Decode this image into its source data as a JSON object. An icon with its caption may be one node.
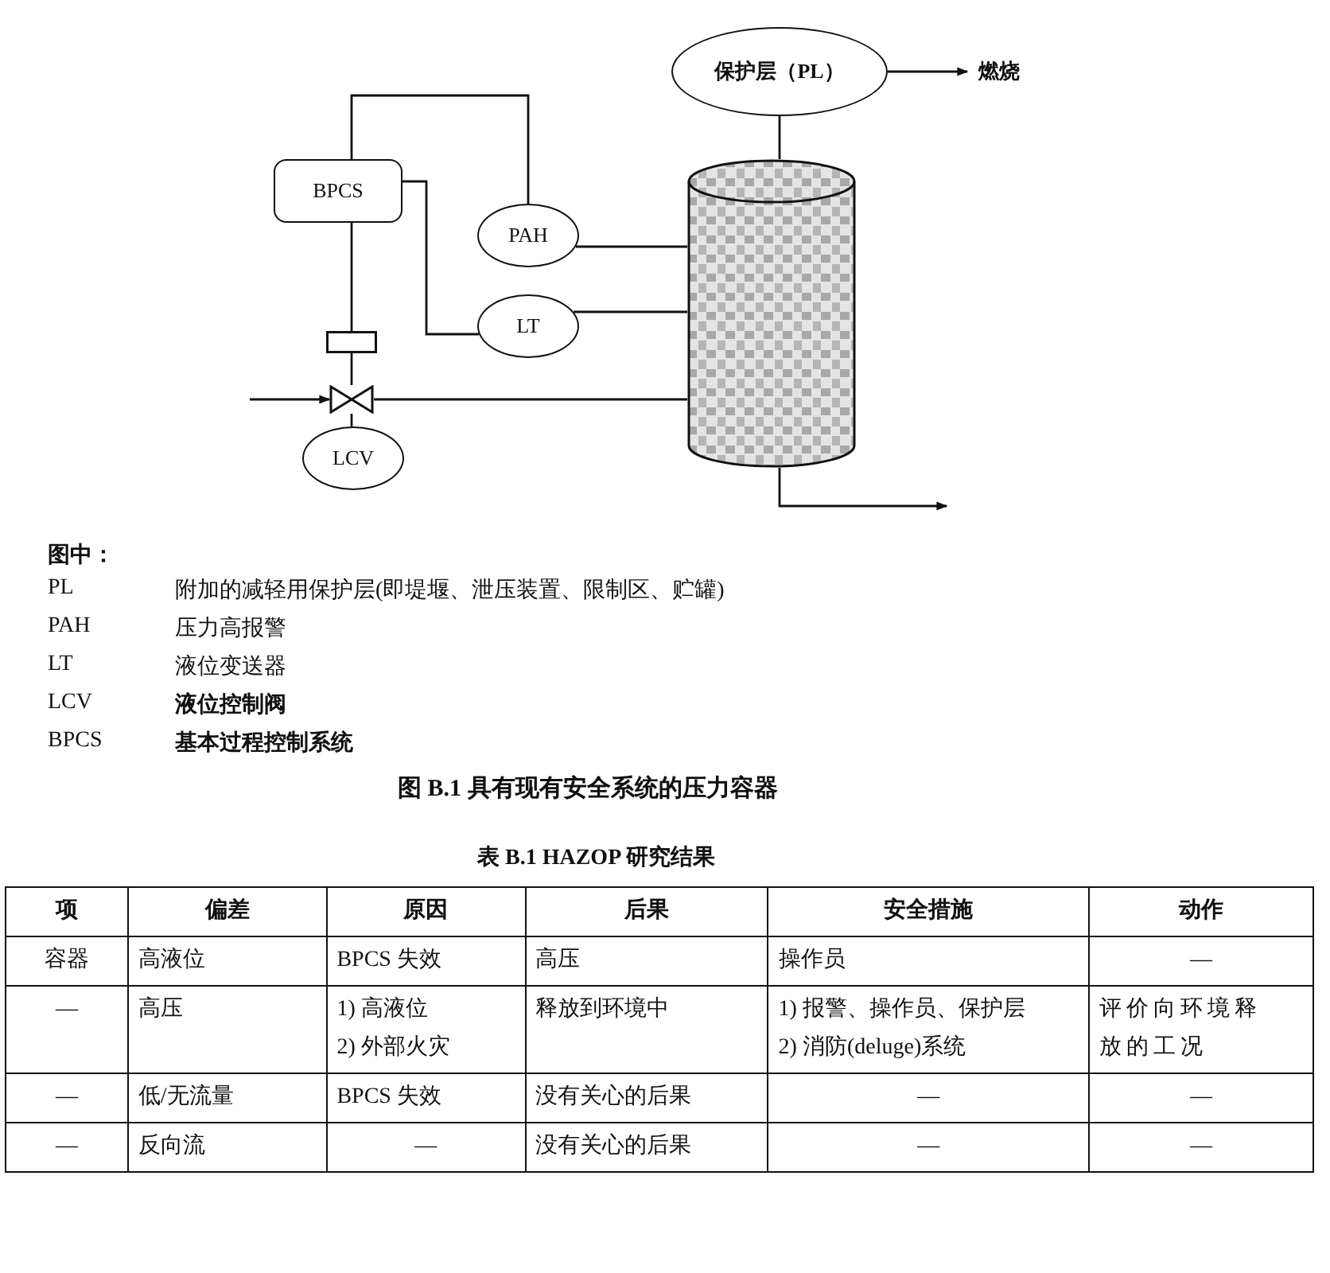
{
  "diagram": {
    "caption": "图 B.1 具有现有安全系统的压力容器",
    "nodes": [
      {
        "text": [
          "保护层（PL）"
        ]
      },
      {
        "text": [
          "燃烧"
        ]
      },
      {
        "text": [
          "BPCS"
        ]
      },
      {
        "text": [
          "PAH"
        ]
      },
      {
        "text": [
          "LT"
        ]
      },
      {
        "text": [],
        "shape": "cylinder"
      },
      {
        "text": [],
        "shape": "box"
      },
      {
        "text": [],
        "shape": "valve"
      },
      {
        "text": [
          "LCV"
        ]
      }
    ],
    "edges": [
      {
        "from": 0,
        "to": 1,
        "arrow": "to"
      },
      {
        "from": 0,
        "to": 5,
        "arrow": "none"
      },
      {
        "from": 2,
        "to": 3,
        "arrow": "none"
      },
      {
        "from": 2,
        "to": 4,
        "arrow": "none"
      },
      {
        "from": 3,
        "to": 5,
        "arrow": "none"
      },
      {
        "from": 4,
        "to": 5,
        "arrow": "none"
      },
      {
        "from": 2,
        "to": 6,
        "arrow": "none"
      },
      {
        "from": 6,
        "to": 7,
        "arrow": "none"
      },
      {
        "from": null,
        "to": 7,
        "arrow": "to"
      },
      {
        "from": 7,
        "to": 5,
        "arrow": "none"
      },
      {
        "from": 7,
        "to": 8,
        "arrow": "none"
      },
      {
        "from": 5,
        "to": null,
        "arrow": "to"
      }
    ],
    "labels": [
      "图中：",
      "PL",
      "附加的减轻用保护层(即堤堰、泄压装置、限制区、贮罐)",
      "PAH",
      "压力高报警",
      "LT",
      "液位变送器",
      "LCV",
      "液位控制阀",
      "BPCS",
      "基本过程控制系统",
      "表 B.1 HAZOP 研究结果",
      "项",
      "偏差",
      "原因",
      "后果",
      "安全措施",
      "动作",
      "容器",
      "高液位",
      "BPCS 失效",
      "高压",
      "操作员",
      "—",
      "—",
      "高压",
      "1) 高液位",
      "2) 外部火灾",
      "释放到环境中",
      "1) 报警、操作员、保护层",
      "2) 消防(deluge)系统",
      "评价向环境释放的工况",
      "—",
      "低/无流量",
      "BPCS 失效",
      "没有关心的后果",
      "—",
      "—",
      "—",
      "反向流",
      "—",
      "没有关心的后果",
      "—",
      "—"
    ]
  }
}
